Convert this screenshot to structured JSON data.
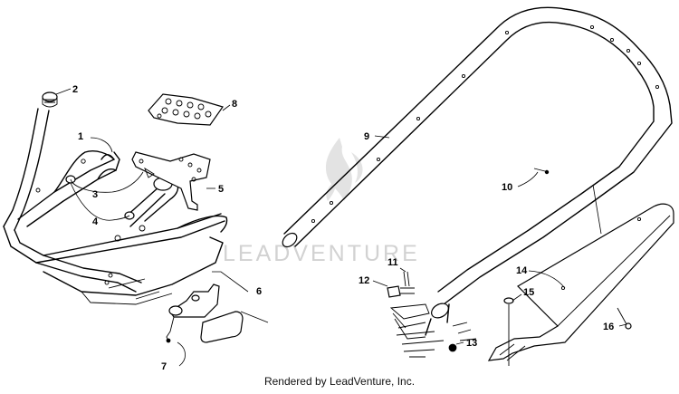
{
  "watermark": {
    "text": "LEADVENTURE"
  },
  "footer": {
    "text": "Rendered by LeadVenture, Inc."
  },
  "callouts": [
    "1",
    "2",
    "3",
    "4",
    "5",
    "6",
    "7",
    "8",
    "9",
    "10",
    "11",
    "12",
    "13",
    "14",
    "15",
    "16"
  ]
}
